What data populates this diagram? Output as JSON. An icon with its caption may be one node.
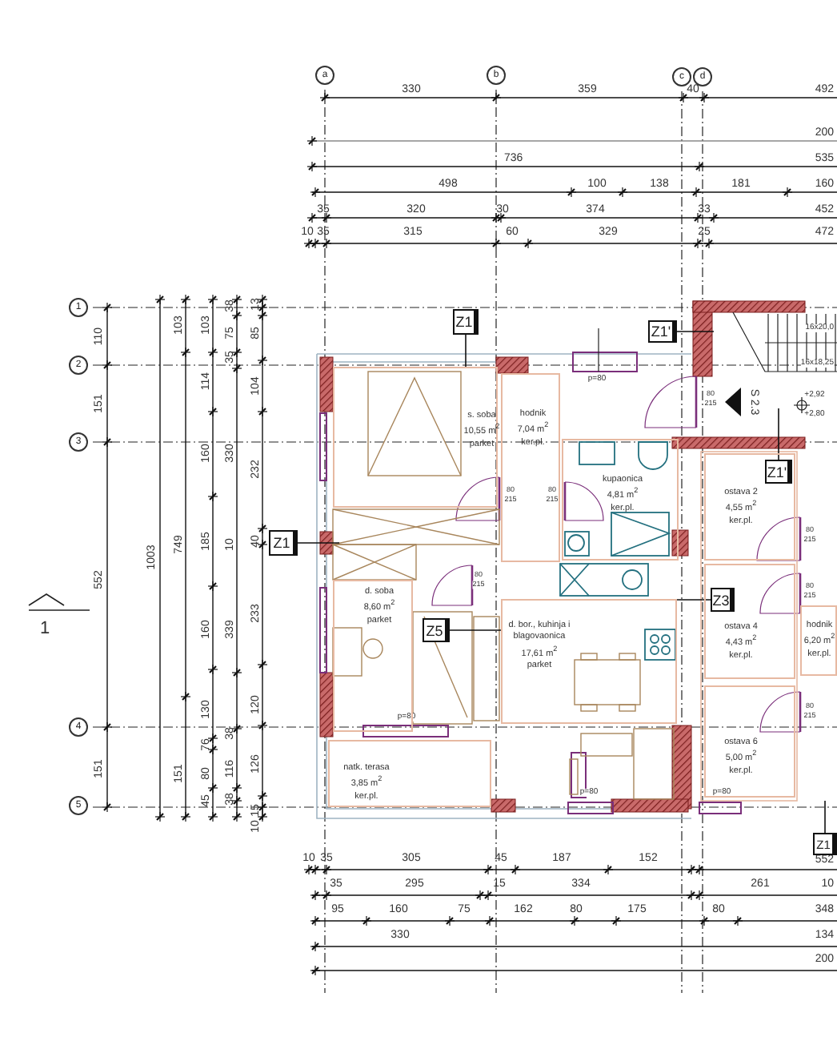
{
  "diagram": {
    "nodes": [
      {
        "text": [
          "a"
        ]
      },
      {
        "text": [
          "b"
        ]
      },
      {
        "text": [
          "c"
        ]
      },
      {
        "text": [
          "d"
        ]
      },
      {
        "text": [
          "1"
        ]
      },
      {
        "text": [
          "2"
        ]
      },
      {
        "text": [
          "3"
        ]
      },
      {
        "text": [
          "4"
        ]
      },
      {
        "text": [
          "5"
        ]
      },
      {
        "text": [
          "s. soba",
          "10,55 m$^{2}$",
          "parket"
        ]
      },
      {
        "text": [
          "hodnik",
          "7,04 m$^{2}$",
          "ker.pl."
        ]
      },
      {
        "text": [
          "kupaonica",
          "4,81 m$^{2}$",
          "ker.pl."
        ]
      },
      {
        "text": [
          "d. soba",
          "8,60 m$^{2}$",
          "parket"
        ]
      },
      {
        "text": [
          "d. bor., kuhinja i blagovaonica",
          "17,61 m$^{2}$",
          "parket"
        ]
      },
      {
        "text": [
          "natk. terasa",
          "3,85 m$^{2}$",
          "ker.pl."
        ]
      },
      {
        "text": [
          "ostava 2",
          "4,55 m$^{2}$",
          "ker.pl."
        ]
      },
      {
        "text": [
          "ostava 4",
          "4,43 m$^{2}$",
          "ker.pl."
        ]
      },
      {
        "text": [
          "ostava 6",
          "5,00 m$^{2}$",
          "ker.pl."
        ]
      },
      {
        "text": [
          "hodnik",
          "6,20 m$^{2}$",
          "ker.pl."
        ]
      },
      {
        "text": [
          "Z1"
        ]
      },
      {
        "text": [
          "Z1'"
        ]
      },
      {
        "text": [
          "Z1"
        ]
      },
      {
        "text": [
          "Z5"
        ]
      },
      {
        "text": [
          "Z3"
        ],
        "in": 16
      },
      {
        "text": [
          "Z1'"
        ],
        "in": 15
      },
      {
        "text": [
          "Z1"
        ]
      }
    ],
    "edges": [
      {
        "from": 19,
        "to": 9,
        "arrow": "none"
      },
      {
        "from": 20,
        "to": null,
        "arrow": "none"
      },
      {
        "from": 21,
        "to": null,
        "arrow": "none"
      },
      {
        "from": 22,
        "to": 13,
        "arrow": "none"
      },
      {
        "from": 23,
        "to": 13,
        "arrow": "none"
      },
      {
        "from": 24,
        "to": null,
        "arrow": "none"
      },
      {
        "from": 25,
        "to": null,
        "arrow": "none"
      }
    ],
    "labels": [
      "330",
      "359",
      "40",
      "492",
      "200",
      "736",
      "535",
      "498",
      "100",
      "138",
      "181",
      "160",
      "35",
      "320",
      "30",
      "374",
      "33",
      "452",
      "10",
      "35",
      "315",
      "60",
      "329",
      "25",
      "472",
      "110",
      "151",
      "552",
      "151",
      "1003",
      "103",
      "749",
      "151",
      "103",
      "114",
      "160",
      "185",
      "160",
      "130",
      "76",
      "80",
      "45",
      "38",
      "75",
      "35",
      "330",
      "10",
      "339",
      "38",
      "116",
      "38",
      "13",
      "85",
      "104",
      "232",
      "40",
      "233",
      "120",
      "126",
      "10",
      "15",
      "1",
      "p=80",
      "80",
      "215",
      "80",
      "215",
      "80",
      "215",
      "80",
      "215",
      "16x20,0",
      "16x18,25",
      "S 2.3",
      "+2,92",
      "+2,80",
      "80",
      "215",
      "80",
      "215",
      "p=80",
      "80",
      "215",
      "p=80",
      "p=80",
      "10",
      "35",
      "305",
      "45",
      "187",
      "152",
      "552",
      "35",
      "295",
      "15",
      "334",
      "261",
      "10",
      "95",
      "160",
      "75",
      "162",
      "80",
      "175",
      "80",
      "348",
      "330",
      "134",
      "200"
    ]
  }
}
